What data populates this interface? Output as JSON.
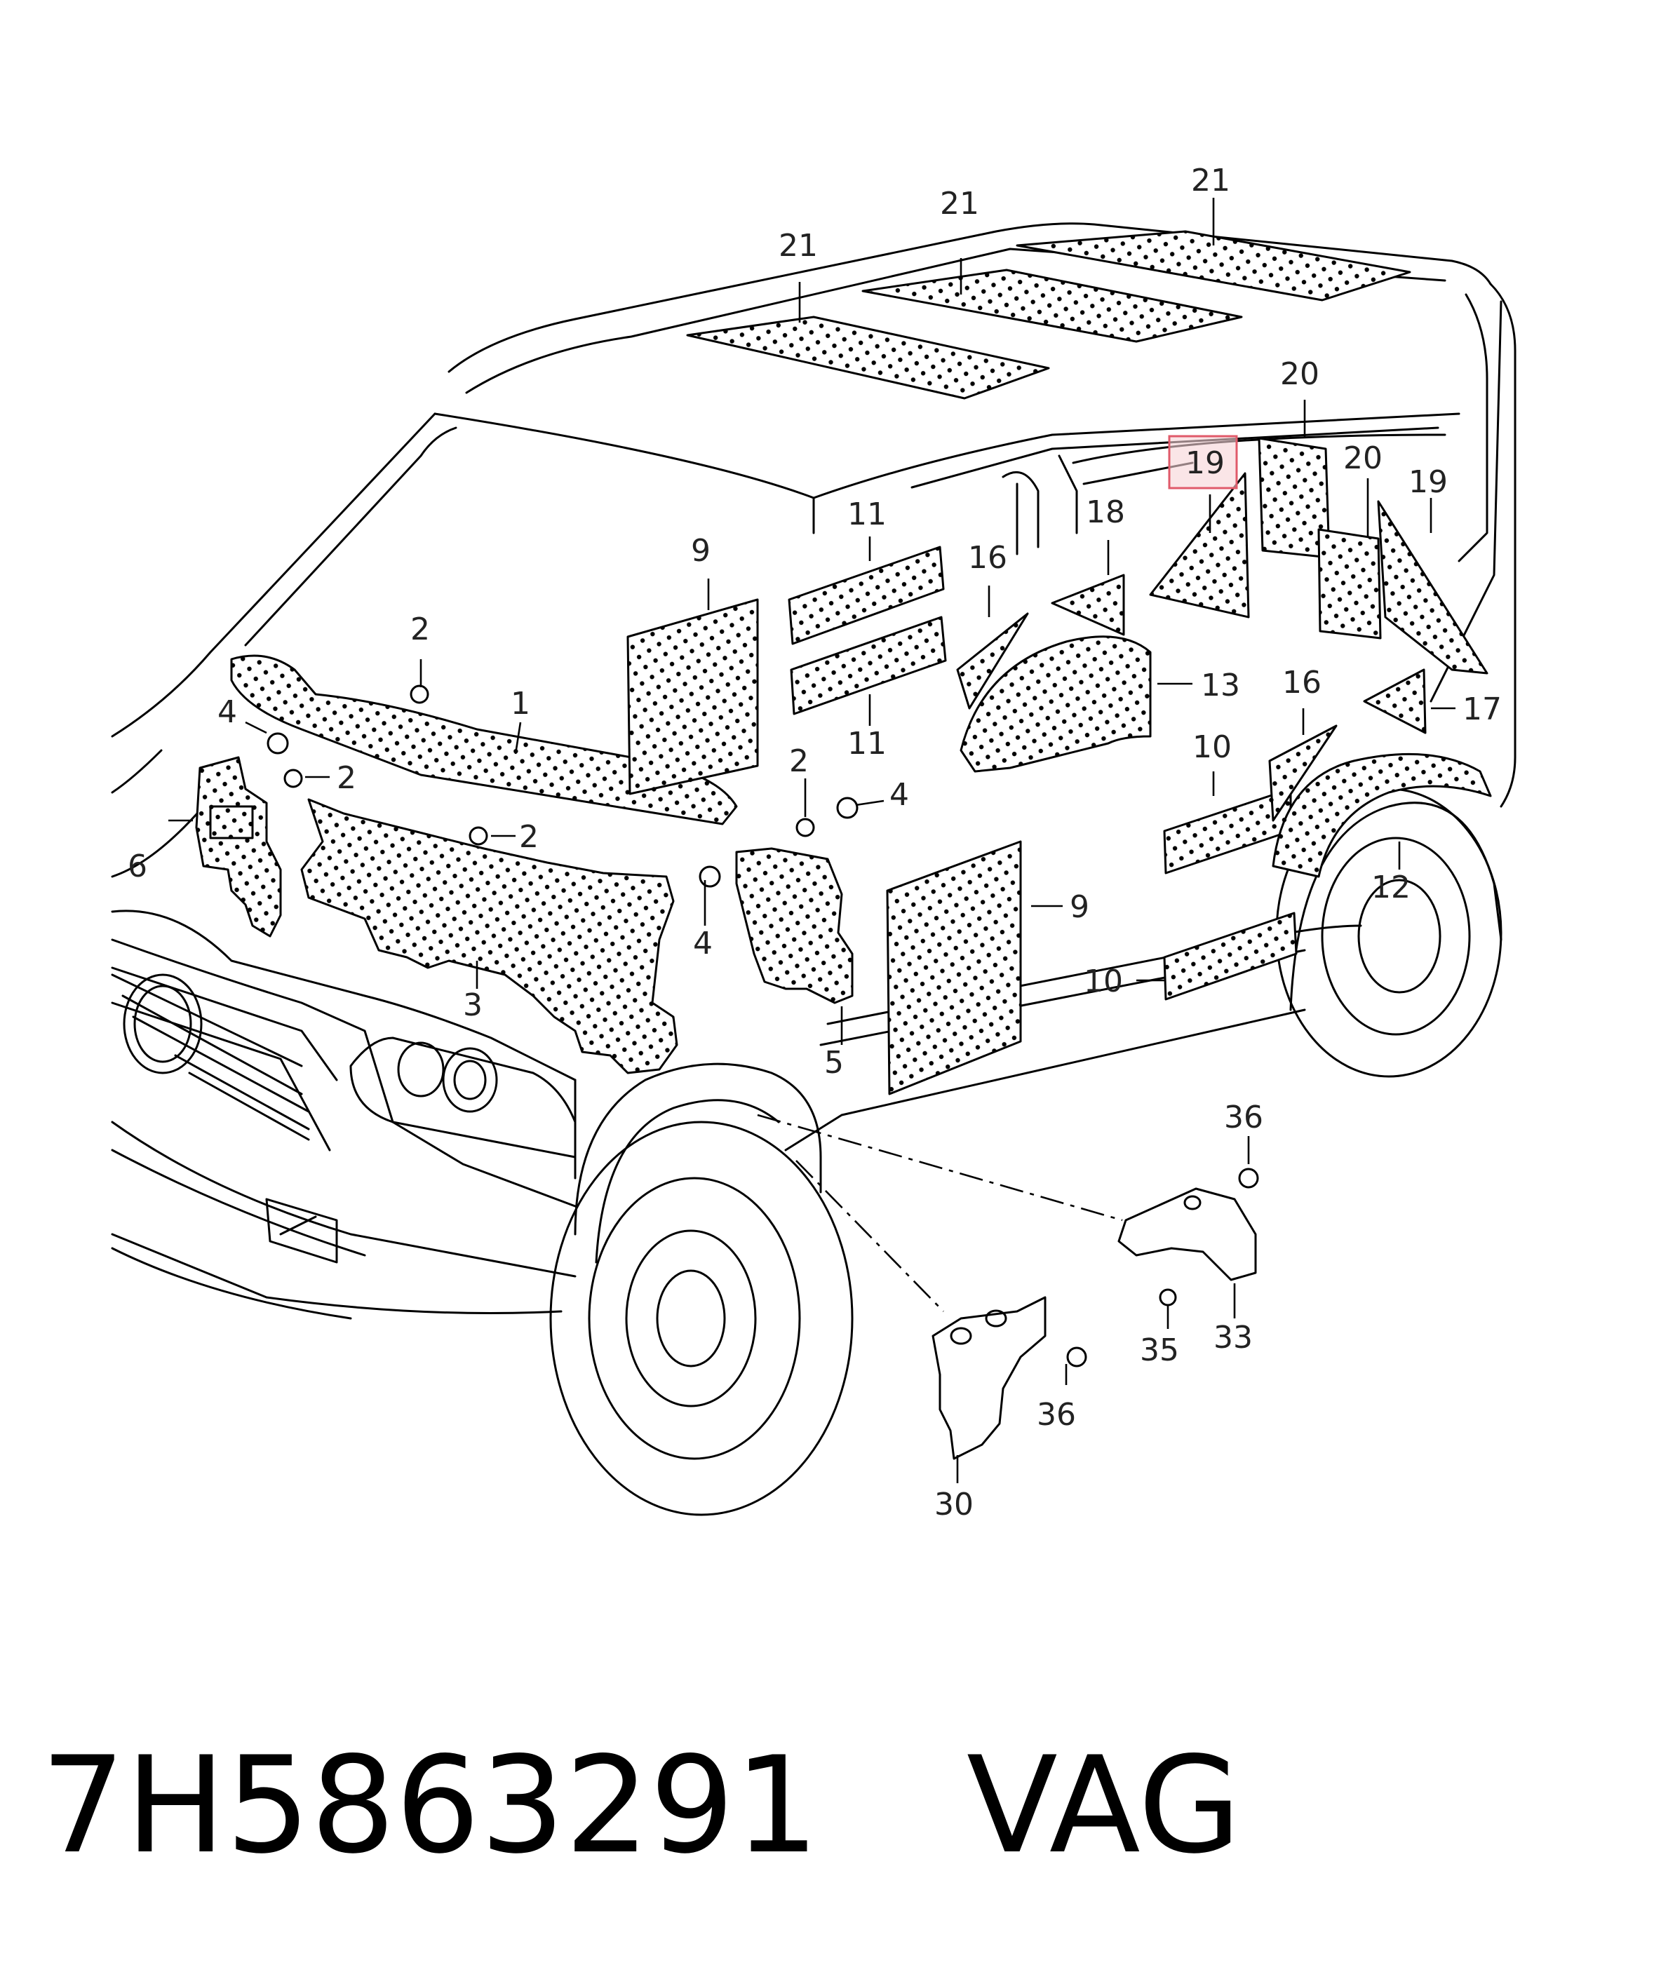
{
  "diagram": {
    "highlight_color": "#e05a6a",
    "highlighted_callout": "19",
    "callouts": {
      "c1": "1",
      "c2a": "2",
      "c2b": "2",
      "c2c": "2",
      "c2d": "2",
      "c3": "3",
      "c4a": "4",
      "c4b": "4",
      "c4c": "4",
      "c5": "5",
      "c6": "6",
      "c9a": "9",
      "c9b": "9",
      "c10a": "10",
      "c10b": "10",
      "c11a": "11",
      "c11b": "11",
      "c12": "12",
      "c13": "13",
      "c16a": "16",
      "c16b": "16",
      "c17": "17",
      "c18": "18",
      "c19a": "19",
      "c19b": "19",
      "c20a": "20",
      "c20b": "20",
      "c21a": "21",
      "c21b": "21",
      "c21c": "21",
      "c30": "30",
      "c33": "33",
      "c35": "35",
      "c36a": "36",
      "c36b": "36"
    }
  },
  "footer": {
    "part_number": "7H5863291",
    "brand": "VAG"
  }
}
